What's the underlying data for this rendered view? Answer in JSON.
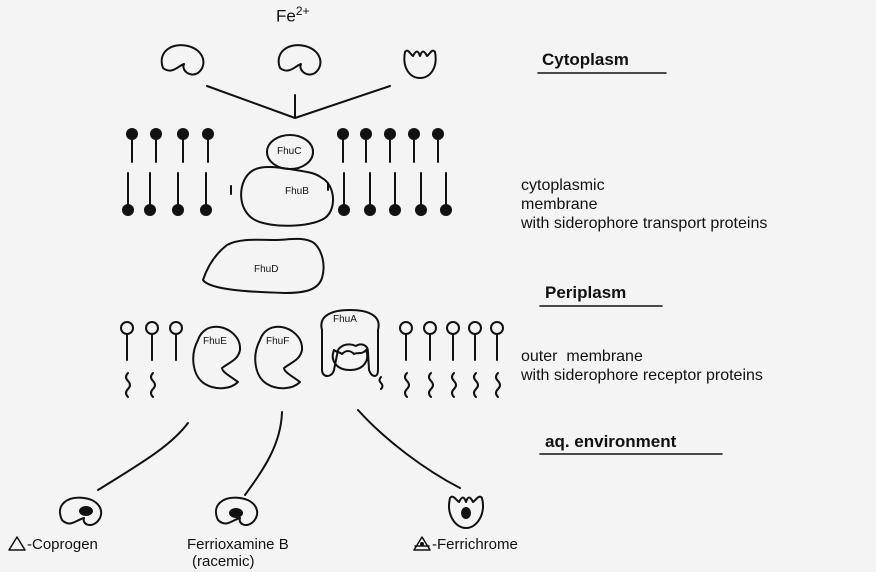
{
  "ion": {
    "base": "Fe",
    "charge": "2+"
  },
  "regions": {
    "cytoplasm": "Cytoplasm",
    "periplasm": "Periplasm",
    "aq_environment": "aq. environment"
  },
  "descriptions": {
    "cytoplasmic_membrane": [
      "cytoplasmic",
      "membrane",
      "with siderophore transport proteins"
    ],
    "outer_membrane": [
      "outer  membrane",
      "with siderophore receptor proteins"
    ]
  },
  "proteins": {
    "fhuC": "FhuC",
    "fhuB": "FhuB",
    "fhuD": "FhuD",
    "fhuE": "FhuE",
    "fhuF": "FhuF",
    "fhuA": "FhuA"
  },
  "siderophores": {
    "coprogen": {
      "symbol": "triangle-icon",
      "label": "-Coprogen"
    },
    "ferrioxamine": {
      "line1": "Ferrioxamine B",
      "line2": "(racemic)"
    },
    "ferrichrome": {
      "symbol": "triangle-with-dot-icon",
      "label": "-Ferrichrome"
    }
  }
}
